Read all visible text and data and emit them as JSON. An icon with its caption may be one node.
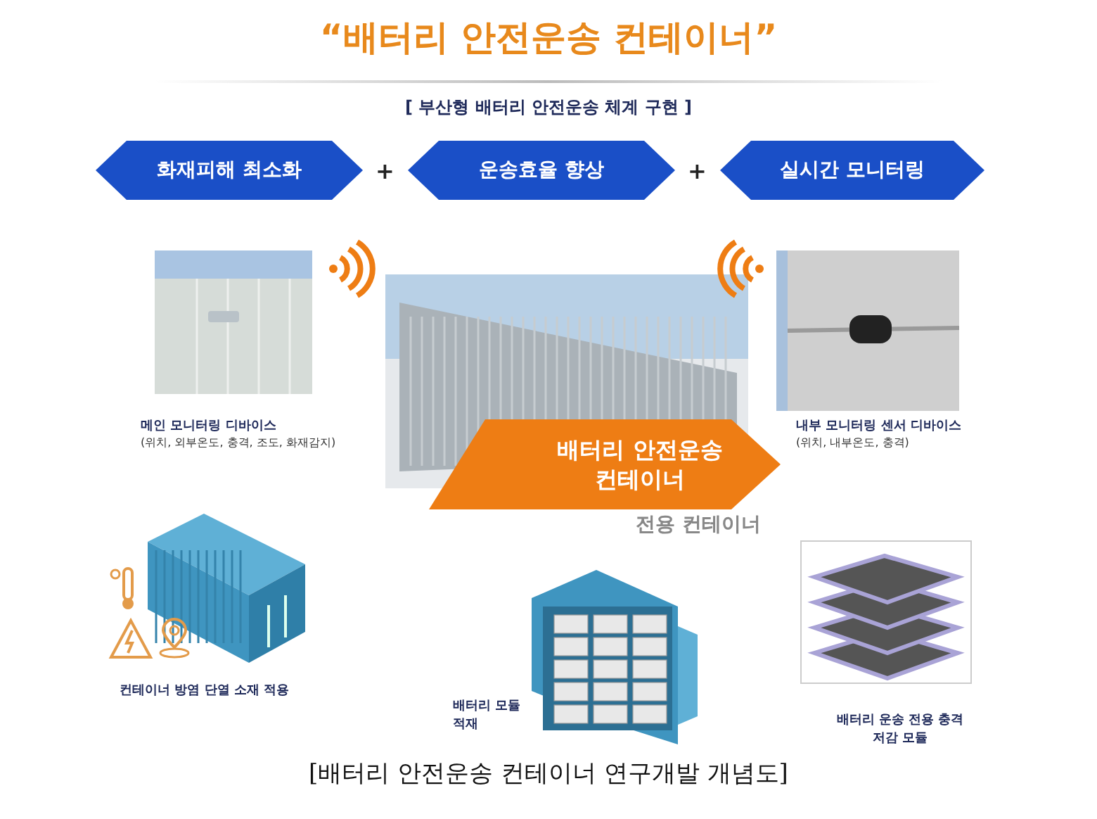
{
  "diagram": {
    "title": "“배터리 안전운송 컨테이너”",
    "nodes": [
      {
        "text": [
          "화재피해 최소화"
        ]
      },
      {
        "text": [
          "운송효율 향상"
        ]
      },
      {
        "text": [
          "실시간 모니터링"
        ]
      },
      {
        "text": [
          "배터리 안전운송 컨테이너"
        ]
      }
    ],
    "labels": [
      "[ 부산형 배터리 안전운송 체계 구현 ]",
      "+",
      "+",
      "메인 모니터링 디바이스",
      "(위치, 외부온도, 충격, 조도, 화재감지)",
      "내부 모니터링 센서 디바이스",
      "(위치, 내부온도, 충격)",
      "전용 컨테이너",
      "컨테이너 방염 단열 소재 적용",
      "배터리 모듈 적재",
      "배터리 운송 전용 충격 저감 모듈"
    ],
    "caption": "[배터리 안전운송 컨테이너 연구개발 개념도]"
  }
}
